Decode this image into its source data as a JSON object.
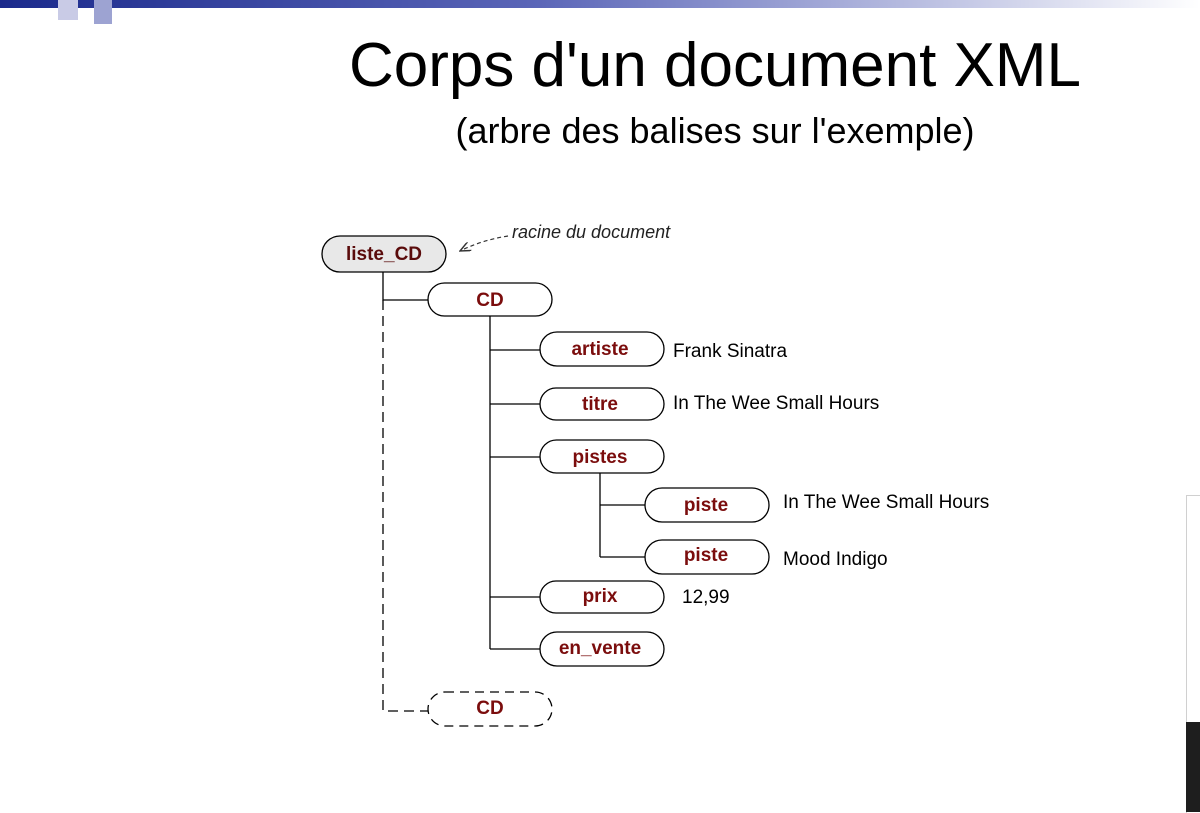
{
  "title": "Corps d'un document XML",
  "subtitle": "(arbre des balises sur l'exemple)",
  "annotation": "racine du document",
  "nodes": {
    "liste_cd": "liste_CD",
    "cd": "CD",
    "artiste": "artiste",
    "titre": "titre",
    "pistes": "pistes",
    "piste1": "piste",
    "piste2": "piste",
    "prix": "prix",
    "en_vente": "en_vente",
    "cd2": "CD"
  },
  "values": {
    "artiste": "Frank Sinatra",
    "titre": "In The Wee Small Hours",
    "piste1": "In The Wee Small Hours",
    "piste2": "Mood Indigo",
    "prix": "12,99"
  }
}
